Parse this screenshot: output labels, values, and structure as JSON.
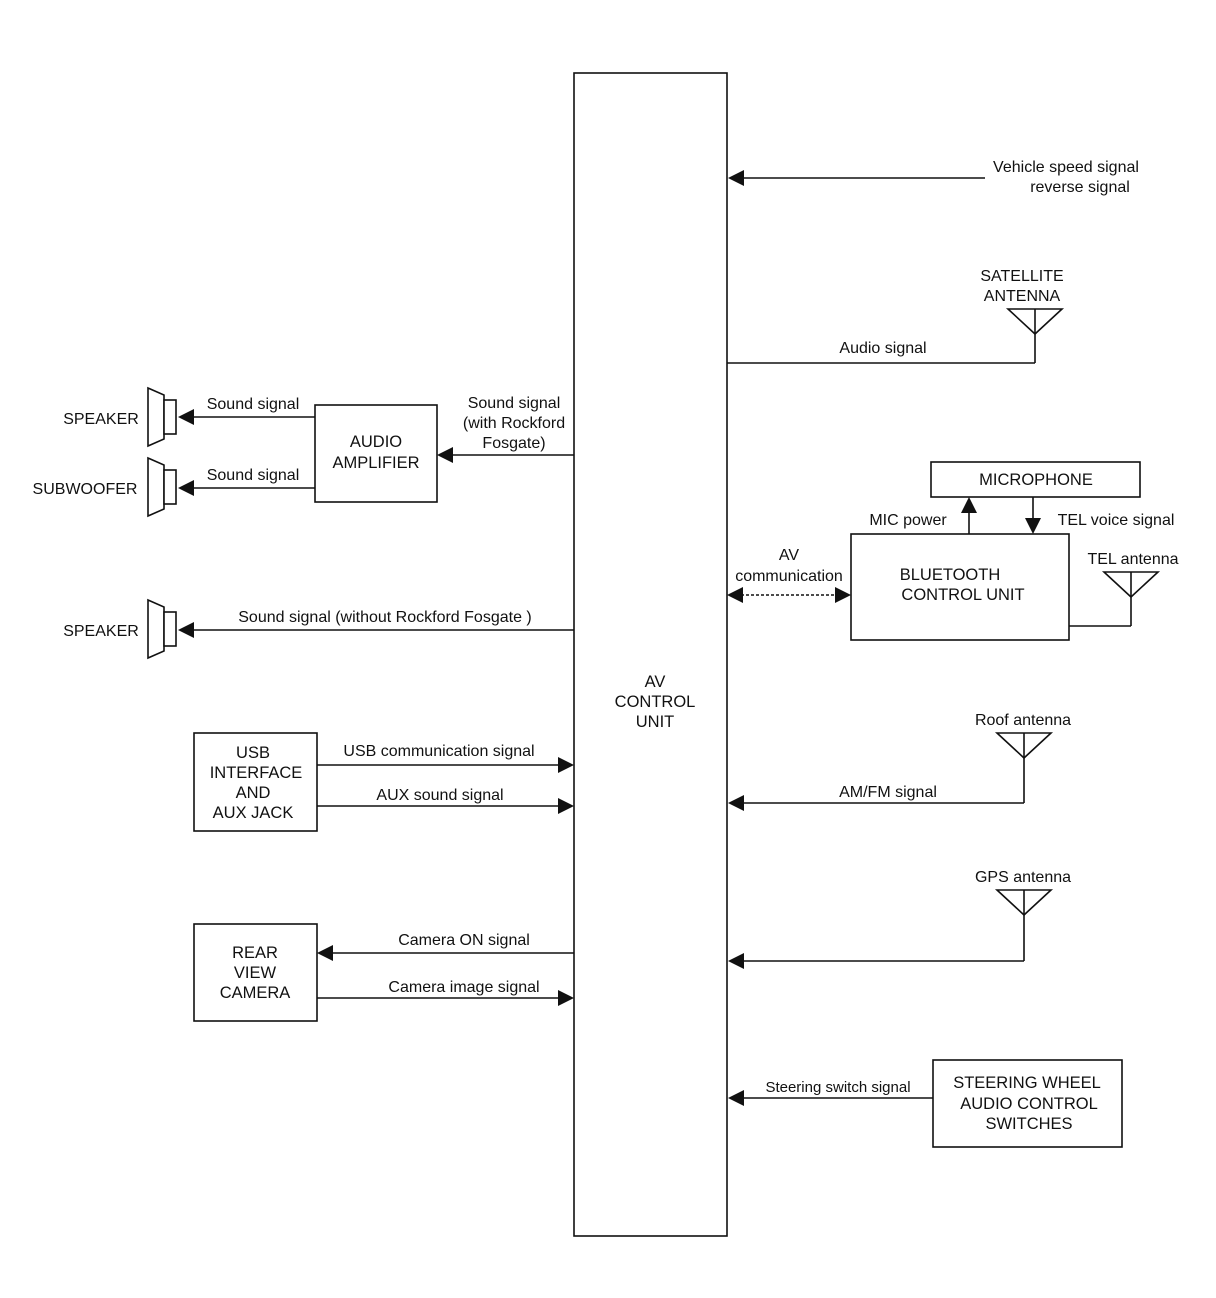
{
  "blocks": {
    "av_control_unit": [
      "AV",
      "CONTROL",
      "UNIT"
    ],
    "audio_amplifier": [
      "AUDIO",
      "AMPLIFIER"
    ],
    "usb_interface": [
      "USB",
      "INTERFACE",
      "AND",
      "AUX JACK"
    ],
    "rear_view_camera": [
      "REAR",
      "VIEW",
      "CAMERA"
    ],
    "microphone": "MICROPHONE",
    "bluetooth_control_unit": [
      "BLUETOOTH",
      "CONTROL UNIT"
    ],
    "steering_switches": [
      "STEERING WHEEL",
      "AUDIO CONTROL",
      "SWITCHES"
    ]
  },
  "devices": {
    "speaker_top": "SPEAKER",
    "subwoofer": "SUBWOOFER",
    "speaker_bottom": "SPEAKER"
  },
  "antennas": {
    "satellite": [
      "SATELLITE",
      "ANTENNA"
    ],
    "tel": "TEL antenna",
    "roof": "Roof antenna",
    "gps": "GPS antenna"
  },
  "signals": {
    "vehicle_speed": [
      "Vehicle speed signal",
      "reverse signal"
    ],
    "audio": "Audio signal",
    "sound_with_rf": [
      "Sound signal",
      "(with Rockford",
      "Fosgate)"
    ],
    "sound_speaker": "Sound signal",
    "sound_subwoofer": "Sound signal",
    "sound_without_rf": "Sound signal (without Rockford Fosgate )",
    "mic_power": "MIC power",
    "tel_voice": "TEL voice signal",
    "av_comm": [
      "AV",
      "communication"
    ],
    "usb_comm": "USB communication signal",
    "aux_sound": "AUX sound signal",
    "amfm": "AM/FM signal",
    "camera_on": "Camera ON signal",
    "camera_image": "Camera image signal",
    "steering_switch": "Steering switch signal"
  }
}
